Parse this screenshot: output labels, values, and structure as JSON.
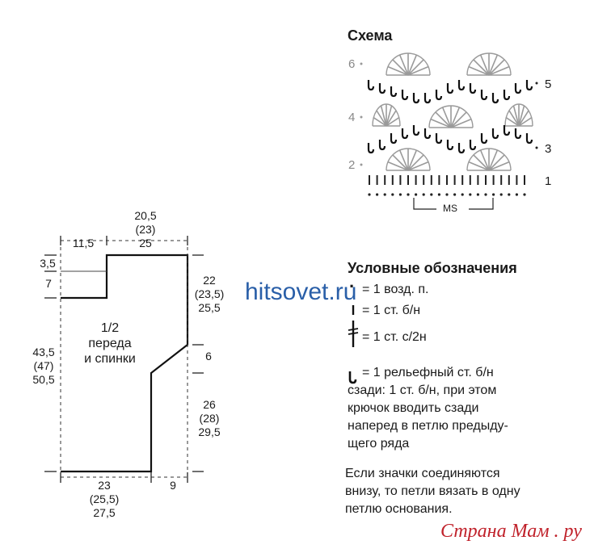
{
  "diagram": {
    "title": "Схема",
    "row_numbers_right": [
      "5",
      "3",
      "1"
    ],
    "row_numbers_left": [
      "6",
      "4",
      "2"
    ],
    "ms_label": "MS"
  },
  "schematic": {
    "piece_label": [
      "1/2",
      "переда",
      "и спинки"
    ],
    "dims": {
      "top_total": [
        "20,5",
        "(23)",
        "25"
      ],
      "top_left": "11,5",
      "left_3_5": "3,5",
      "left_7": "7",
      "left_main": [
        "43,5",
        "(47)",
        "50,5"
      ],
      "right_upper": [
        "22",
        "(23,5)",
        "25,5"
      ],
      "right_6": "6",
      "right_lower": [
        "26",
        "(28)",
        "29,5"
      ],
      "bottom_main": [
        "23",
        "(25,5)",
        "27,5"
      ],
      "bottom_9": "9"
    }
  },
  "legend": {
    "title": "Условные обозначения",
    "items": [
      {
        "symbol": "dot",
        "text": "= 1 возд. п."
      },
      {
        "symbol": "bar",
        "text": "= 1 ст. б/н"
      },
      {
        "symbol": "double-cross",
        "text": "= 1 ст. с/2н"
      },
      {
        "symbol": "hook",
        "lines": [
          "= 1 рельефный ст. б/н",
          "сзади: 1 ст. б/н, при этом",
          "крючок вводить сзади",
          "наперед в петлю предыду-",
          "щего ряда"
        ]
      }
    ],
    "note": [
      "Если значки соединяются",
      "внизу, то петли вязать в одну",
      "петлю основания."
    ]
  },
  "watermark": "hitsovet.ru",
  "credit": "Страна Мам . ру"
}
